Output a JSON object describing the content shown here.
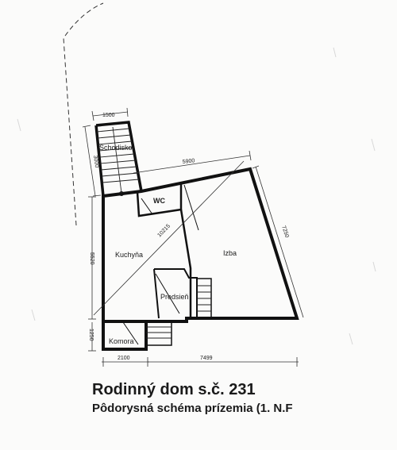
{
  "rooms": {
    "stairs": "Schodisko",
    "wc": "WC",
    "kitchen": "Kuchyňa",
    "room": "Izba",
    "hallway": "Predsieň",
    "storage": "Komora"
  },
  "dimensions": {
    "stair_width": "1500",
    "stair_length": "3000",
    "top_wall": "5900",
    "right_wall": "7250",
    "diagonal": "10215",
    "left_wall": "5520",
    "left_lower": "1250",
    "bottom_left": "2100",
    "bottom_right": "7499"
  },
  "caption": {
    "title": "Rodinný dom s.č. 231",
    "subtitle": "Pôdorysná schéma prízemia (1. N.F"
  }
}
